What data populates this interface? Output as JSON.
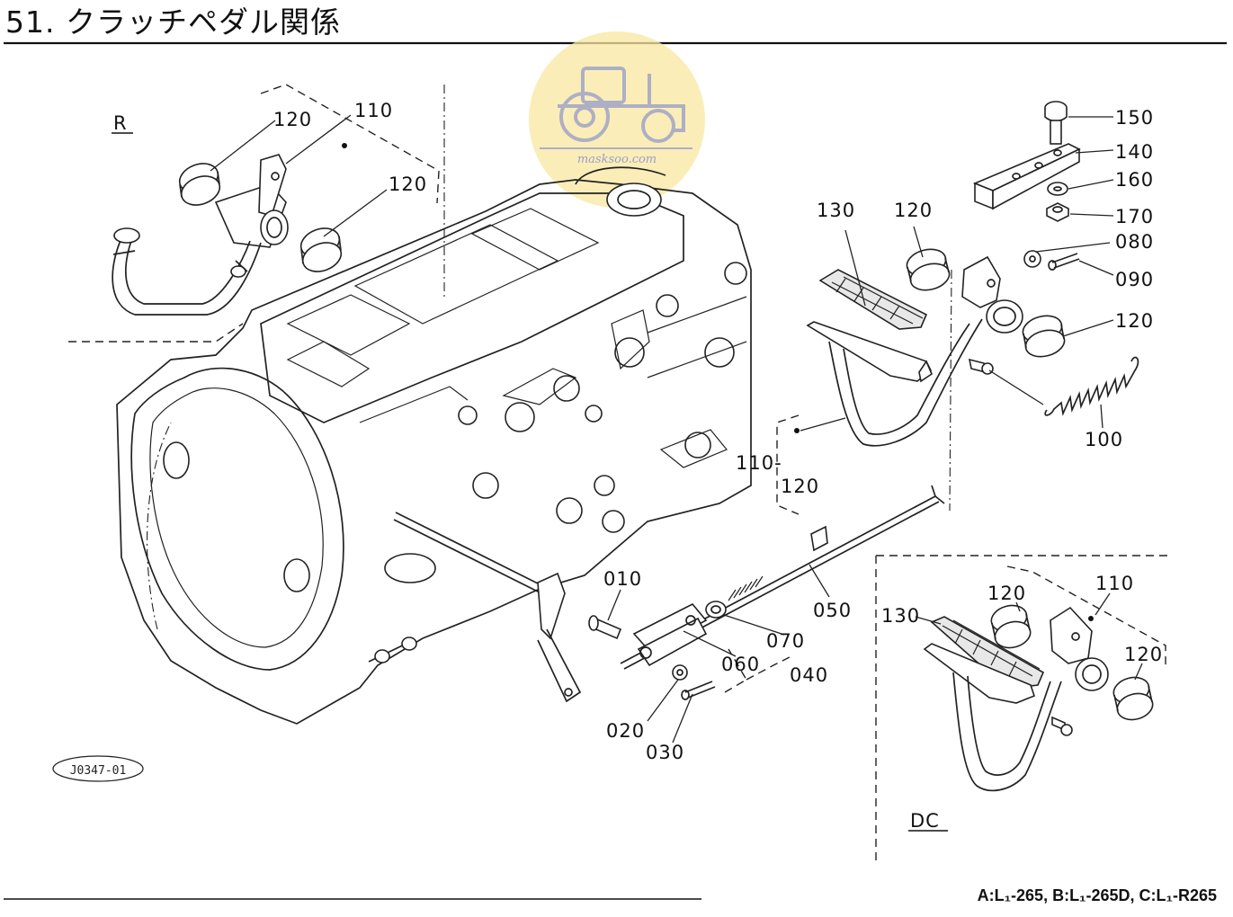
{
  "header": {
    "title": "51. クラッチペダル関係"
  },
  "sections": {
    "r": "R",
    "dc": "DC"
  },
  "callouts": {
    "p010": "010",
    "p020": "020",
    "p030": "030",
    "p040": "040",
    "p050": "050",
    "p060": "060",
    "p070": "070",
    "p080": "080",
    "p090": "090",
    "p100": "100",
    "p110": "110",
    "p120": "120",
    "p130": "130",
    "p140": "140",
    "p150": "150",
    "p160": "160",
    "p170": "170",
    "p110_120": "110-"
  },
  "drawing_code": "J0347-01",
  "watermark": {
    "text": "masksoo.com",
    "color": "#f7e38a"
  },
  "footer": {
    "models": "A:L₁-265, B:L₁-265D, C:L₁-R265"
  }
}
